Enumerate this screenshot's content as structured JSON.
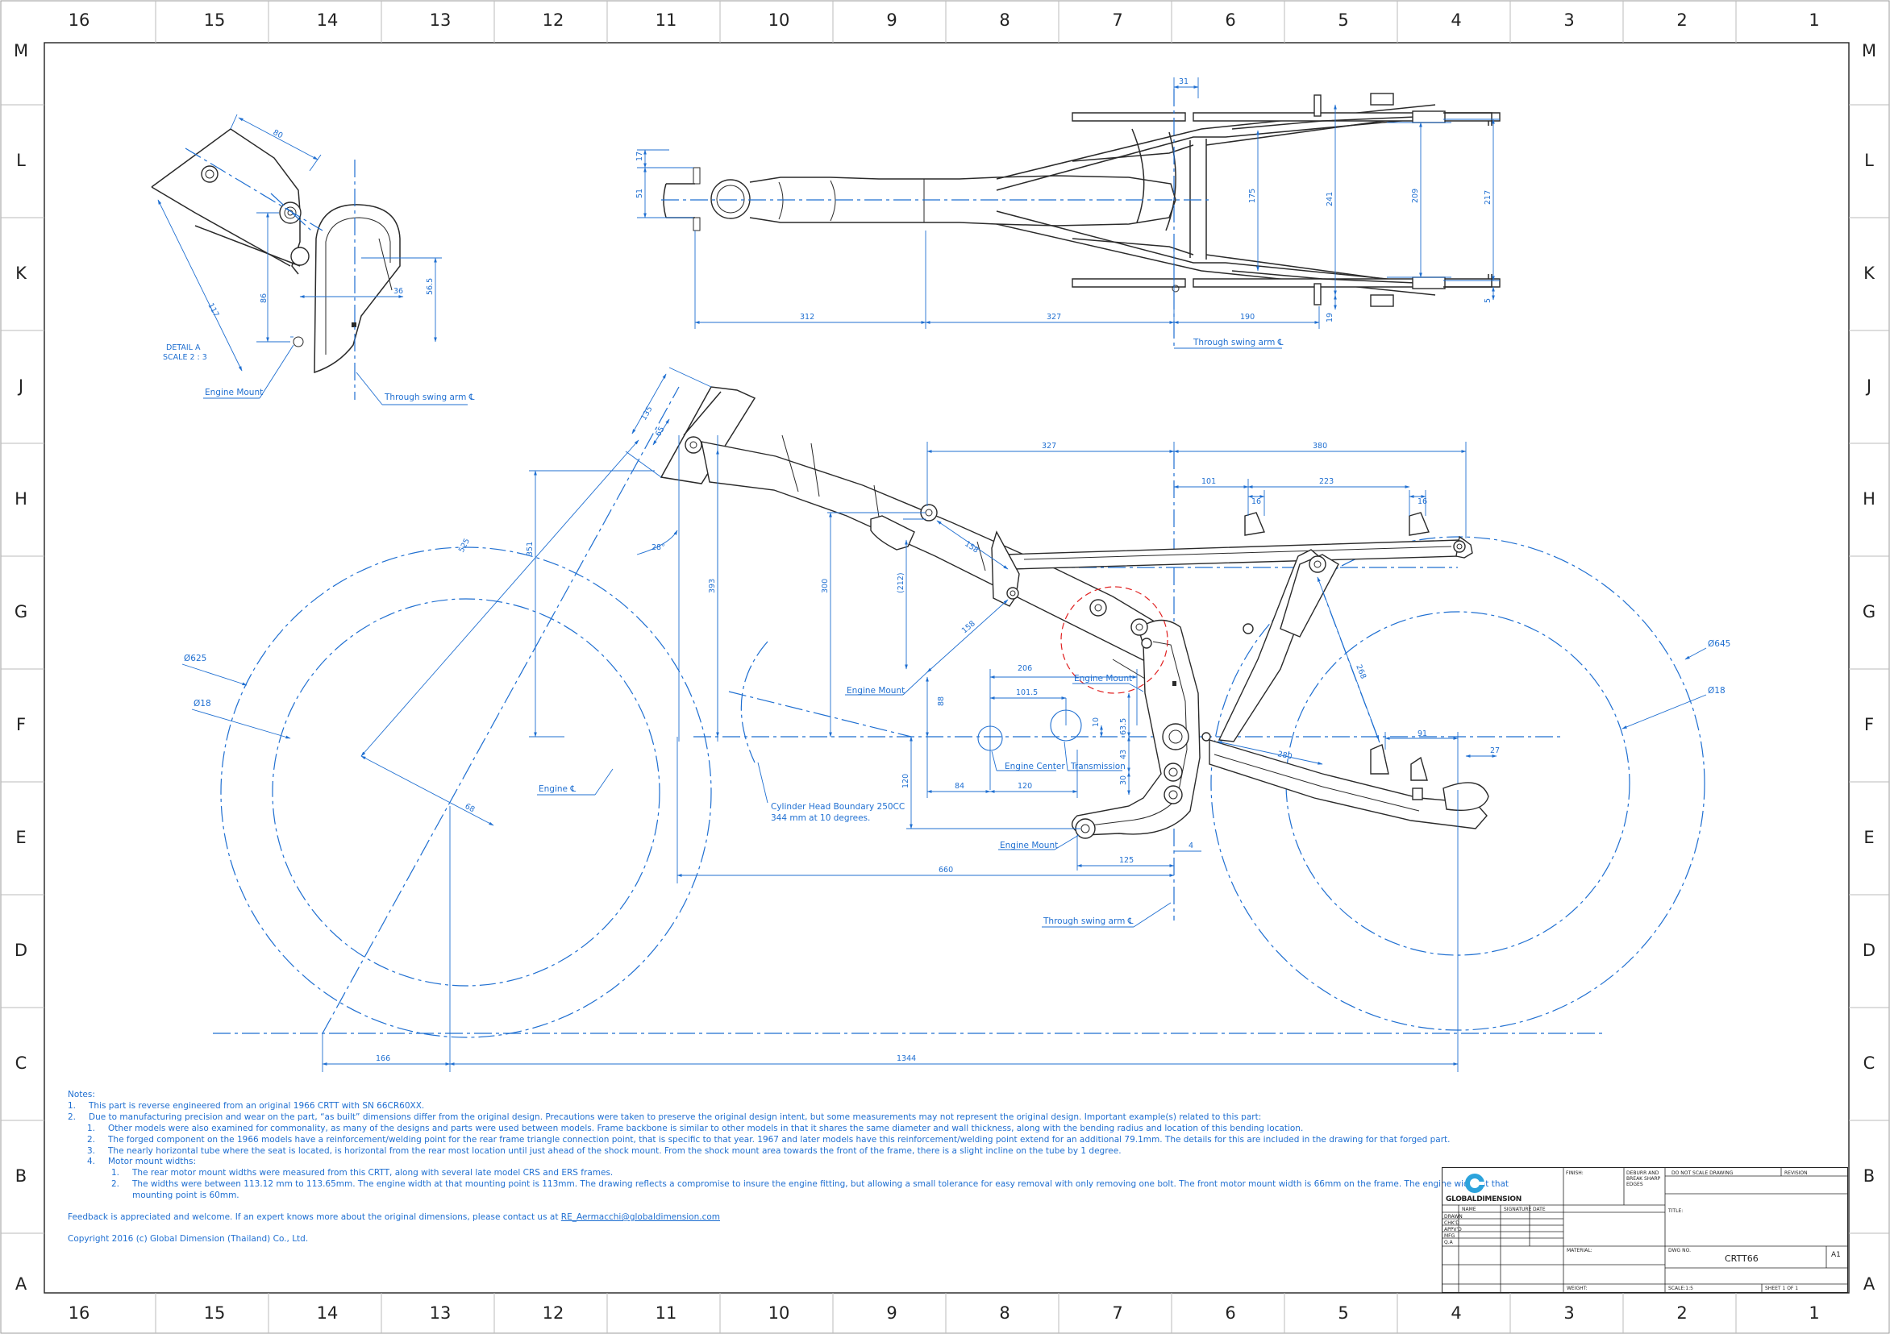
{
  "zone_columns": [
    "16",
    "15",
    "14",
    "13",
    "12",
    "11",
    "10",
    "9",
    "8",
    "7",
    "6",
    "5",
    "4",
    "3",
    "2",
    "1"
  ],
  "zone_rows": [
    "M",
    "L",
    "K",
    "J",
    "H",
    "G",
    "F",
    "E",
    "D",
    "C",
    "B",
    "A"
  ],
  "colors": {
    "annotation": "#1f6fd1",
    "geometry": "#2a2a2a",
    "highlight": "#e02020"
  },
  "detail": {
    "title": "DETAIL A",
    "scale": "SCALE 2 : 3",
    "engine_mount": "Engine Mount",
    "through_swing_arm": "Through swing arm ℄",
    "dims": {
      "d80": "80",
      "d117": "117",
      "d86": "86",
      "d36": "36",
      "d56_5": "56.5"
    }
  },
  "top_view": {
    "through_swing_arm": "Through swing arm ℄",
    "dims": {
      "d31": "31",
      "d17": "17",
      "d51": "51",
      "d312": "312",
      "d327": "327",
      "d190": "190",
      "d175": "175",
      "d241": "241",
      "d209": "209",
      "d217": "217",
      "d19": "19",
      "d5": "5"
    }
  },
  "side_view": {
    "labels": {
      "engine_mount_1": "Engine Mount",
      "engine_mount_2": "Engine Mount",
      "engine_mount_3": "Engine Mount",
      "engine_center": "Engine Center",
      "transmission": "Transmission",
      "engine_cl": "Engine ℄",
      "through_swing_arm": "Through swing arm ℄",
      "cylinder_head_1": "Cylinder Head Boundary 250CC",
      "cylinder_head_2": "344 mm at 10 degrees."
    },
    "dims": {
      "d135": "135",
      "d65": "65",
      "d525": "525",
      "d351": "351",
      "d393": "393",
      "d28": "28°",
      "d300": "300",
      "d212": "(212)",
      "d158a": "158",
      "d158b": "158",
      "d327": "327",
      "d380": "380",
      "d101": "101",
      "d223": "223",
      "d16a": "16",
      "d16b": "16",
      "d206": "206",
      "d101_5": "101.5",
      "d88": "88",
      "d10": "10",
      "d63_5": "63.5",
      "d43": "43",
      "d30": "30",
      "d120a": "120",
      "d84": "84",
      "d120b": "120",
      "d125": "125",
      "d4": "4",
      "d660": "660",
      "d68": "68",
      "d268": "268",
      "d91": "91",
      "d27": "27",
      "d280": "280",
      "front_dia_625": "Ø625",
      "front_dia_18": "Ø18",
      "rear_dia_645": "Ø645",
      "rear_dia_18": "Ø18",
      "d166": "166",
      "d1344": "1344"
    }
  },
  "notes": {
    "heading": "Notes:",
    "n1": "This part is reverse engineered from an original 1966 CRTT with SN 66CR60XX.",
    "n2": "Due to manufacturing precision and wear on the part, “as built” dimensions differ from the original design. Precautions were taken to preserve the original design intent, but some measurements may not represent the original design. Important example(s) related to this part:",
    "n2_1": "Other models were also examined for commonality, as many of the designs and parts were used between models. Frame backbone is similar to other models in that it shares the same diameter and wall thickness, along with the bending radius and location of this bending location.",
    "n2_2": "The forged component on the 1966 models have a reinforcement/welding point for the rear frame triangle connection point, that is specific to that year.  1967 and later models have this reinforcement/welding point extend for an additional 79.1mm. The details for this are included in the drawing for that forged part.",
    "n2_3": "The nearly horizontal tube where the seat is located, is horizontal from the rear most  location until just ahead of the shock mount. From the shock mount area towards the front of the frame, there is a slight incline on the tube by 1 degree.",
    "n2_4": "Motor mount widths:",
    "n2_4_1": "The rear motor mount widths were measured from this CRTT, along with several late model CRS and ERS frames.",
    "n2_4_2a": "The widths were between 113.12 mm to 113.65mm. The engine width at that mounting point is 113mm. The drawing reflects a compromise to insure the engine fitting, but allowing a small tolerance for easy removal with only removing one bolt. The front motor mount width is 66mm on the frame.  The engine width at that",
    "n2_4_2b": "mounting point is 60mm.",
    "feedback": "Feedback is appreciated and welcome.  If an expert knows more about the original dimensions, please contact us at ",
    "email": "RE_Aermacchi@globaldimension.com",
    "copyright": "Copyright 2016 (c) Global Dimension (Thailand) Co., Ltd."
  },
  "title_block": {
    "logo_text": "GLOBALDIMENSION",
    "finish": "FINISH:",
    "deburr": "DEBURR AND BREAK SHARP EDGES",
    "do_not_scale": "DO NOT SCALE DRAWING",
    "revision": "REVISION",
    "name": "NAME",
    "signature": "SIGNATURE",
    "date": "DATE",
    "title": "TITLE:",
    "rows": [
      "DRAWN",
      "CHK'D",
      "APPV'D",
      "MFG",
      "Q.A"
    ],
    "material": "MATERIAL:",
    "dwg_no": "DWG NO.",
    "drawing_number": "CRTT66",
    "sheet_size": "A1",
    "weight": "WEIGHT:",
    "scale": "SCALE:1:5",
    "sheet": "SHEET 1 OF 1"
  }
}
